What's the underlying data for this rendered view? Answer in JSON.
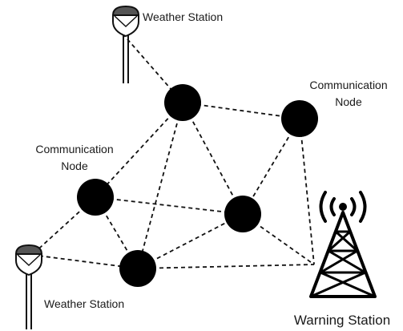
{
  "labels": {
    "weather_station_top": "Weather Station",
    "weather_station_bottom": "Weather Station",
    "comm_node_right_line1": "Communication",
    "comm_node_right_line2": "Node",
    "comm_node_left_line1": "Communication",
    "comm_node_left_line2": "Node",
    "warning_station": "Warning Station"
  },
  "icons": {
    "weather_station": "weather-station-icon",
    "warning_station": "radio-tower-icon"
  },
  "colors": {
    "node": "#000000",
    "link": "#111111",
    "sensor_head": "#555555"
  }
}
